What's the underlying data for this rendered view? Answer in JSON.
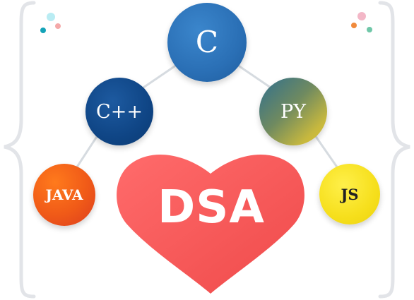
{
  "nodes": {
    "c": "C",
    "cpp": "C++",
    "py": "PY",
    "java": "JAVA",
    "js": "JS"
  },
  "heart": {
    "label": "DSA"
  },
  "colors": {
    "c": "#2a6fb5",
    "cpp": "#0f4585",
    "py_start": "#2f6f8f",
    "py_end": "#d8c232",
    "java": "#f05a18",
    "js": "#f6df1c",
    "heart": "#f45a5a",
    "connector": "#d8dde2",
    "brace": "#e4e6ea"
  }
}
